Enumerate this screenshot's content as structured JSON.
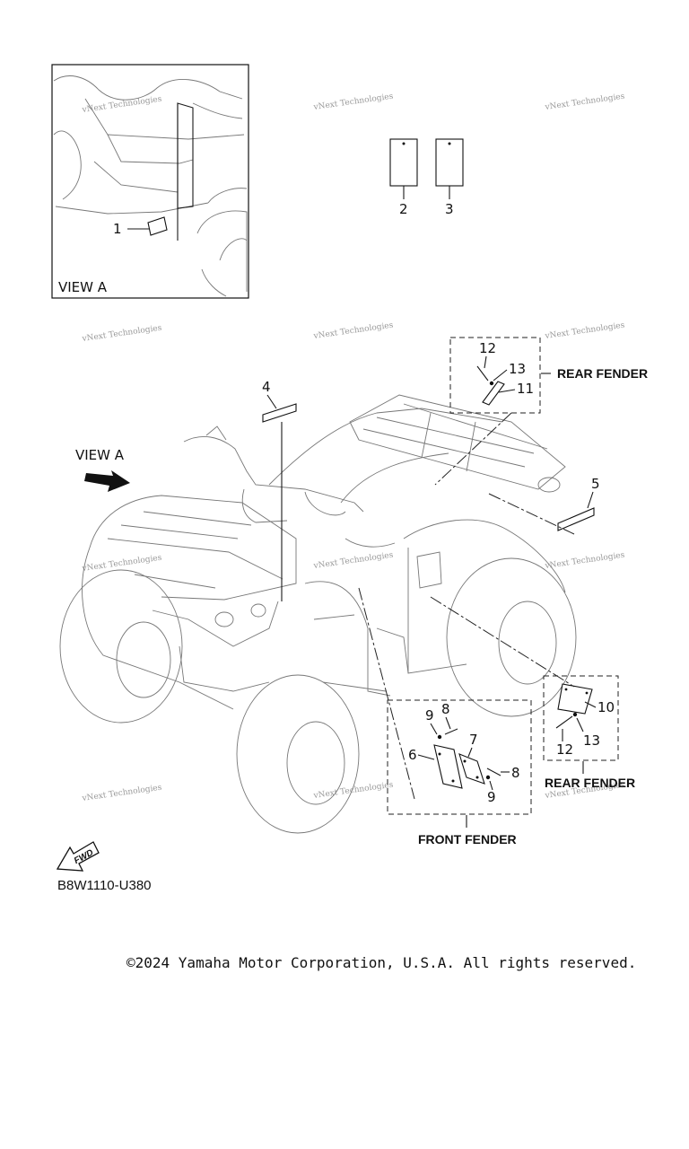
{
  "view_a": {
    "title": "VIEW A",
    "callout_1": "1"
  },
  "main_view": {
    "view_arrow_label": "VIEW A",
    "fwd_label": "FWD"
  },
  "parts": {
    "p2": "2",
    "p3": "3",
    "p4": "4",
    "p5": "5",
    "p6": "6",
    "p7": "7",
    "p8a": "8",
    "p8b": "8",
    "p9a": "9",
    "p9b": "9",
    "p10": "10",
    "p11": "11",
    "p12a": "12",
    "p12b": "12",
    "p13a": "13",
    "p13b": "13"
  },
  "groups": {
    "rear_fender_top": "REAR FENDER",
    "rear_fender_bottom": "REAR FENDER",
    "front_fender": "FRONT FENDER"
  },
  "watermark": "vNext Technologies",
  "diagram_code": "B8W1110-U380",
  "copyright": "©2024 Yamaha Motor Corporation, U.S.A. All rights reserved."
}
